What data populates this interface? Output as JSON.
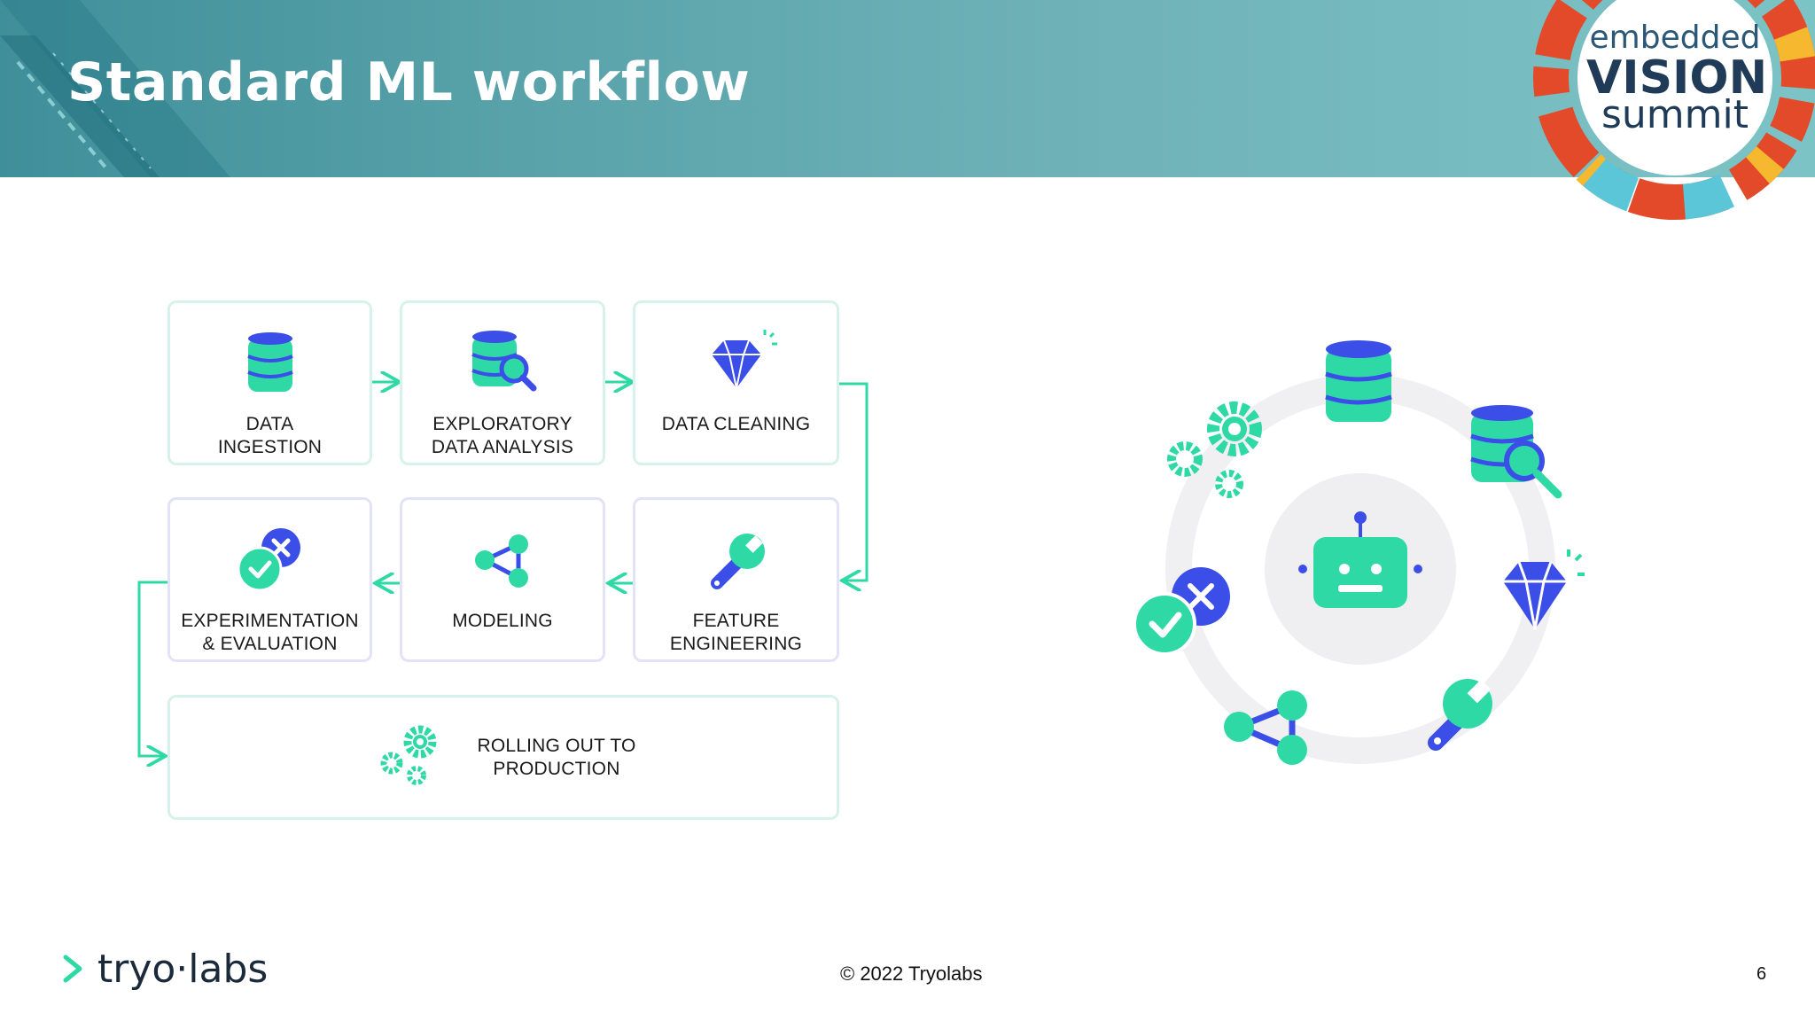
{
  "title": "Standard ML workflow",
  "brand_logo": {
    "line1": "embedded",
    "line2": "VISION",
    "line3": "summit"
  },
  "steps": [
    {
      "label": "DATA\nINGESTION",
      "icon": "database-icon"
    },
    {
      "label": "EXPLORATORY\nDATA ANALYSIS",
      "icon": "database-search-icon"
    },
    {
      "label": "DATA CLEANING",
      "icon": "diamond-icon"
    },
    {
      "label": "FEATURE\nENGINEERING",
      "icon": "wrench-icon"
    },
    {
      "label": "MODELING",
      "icon": "share-nodes-icon"
    },
    {
      "label": "EXPERIMENTATION\n& EVALUATION",
      "icon": "check-cross-icon"
    },
    {
      "label": "ROLLING OUT TO\nPRODUCTION",
      "icon": "gears-icon"
    }
  ],
  "cycle": {
    "center_icon": "robot-icon"
  },
  "footer": {
    "company_logo": "tryo·labs",
    "copyright": "© 2022 Tryolabs",
    "page_number": "6"
  },
  "colors": {
    "teal": "#2fd9a6",
    "blue": "#3b4ee8",
    "box_border": "#d7f2ea",
    "header": "#5aa3aa"
  }
}
